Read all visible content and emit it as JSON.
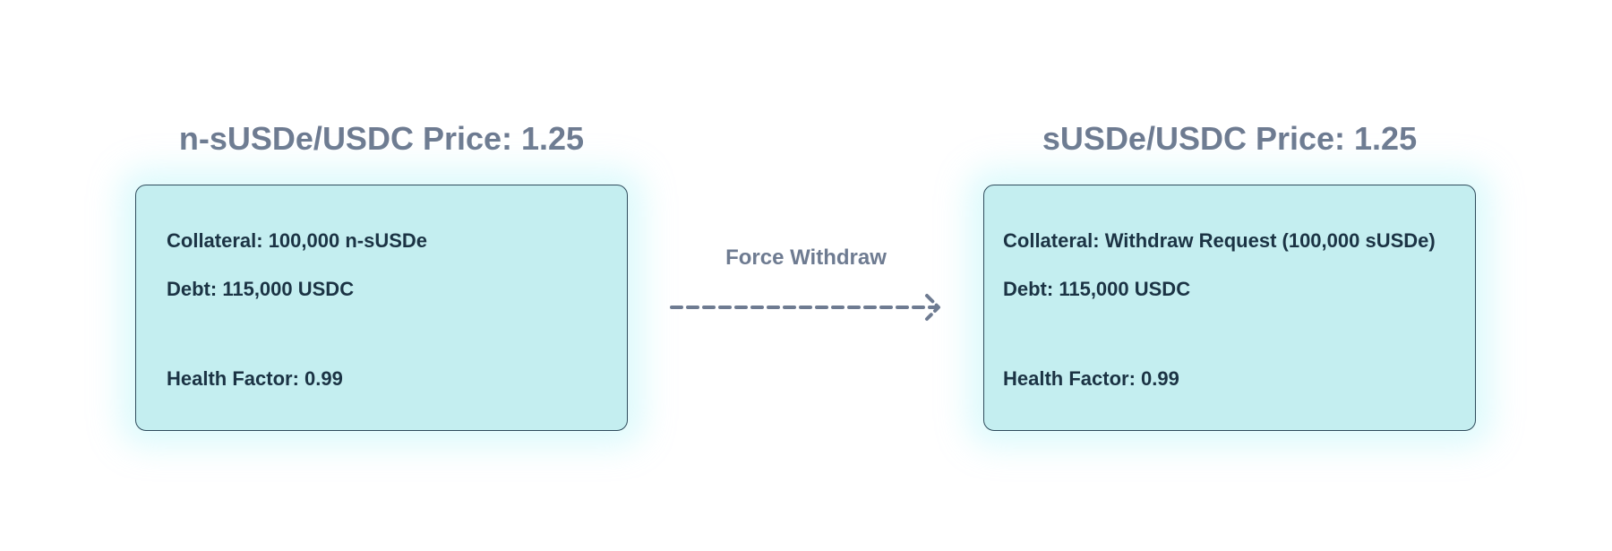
{
  "left_panel": {
    "title": "n-sUSDe/USDC Price: 1.25",
    "collateral": "Collateral: 100,000 n-sUSDe",
    "debt": "Debt: 115,000 USDC",
    "health_factor": "Health Factor: 0.99"
  },
  "right_panel": {
    "title": "sUSDe/USDC Price: 1.25",
    "collateral": "Collateral: Withdraw Request (100,000 sUSDe)",
    "debt": "Debt: 115,000 USDC",
    "health_factor": "Health Factor: 0.99"
  },
  "arrow": {
    "label": "Force Withdraw",
    "style": "dashed",
    "icon": "arrow-right-icon"
  },
  "colors": {
    "box_fill": "#c4eef0",
    "box_border": "#2f4c5c",
    "title_text": "#6e7b91",
    "body_text": "#1b3344",
    "arrow": "#6e7b91"
  }
}
